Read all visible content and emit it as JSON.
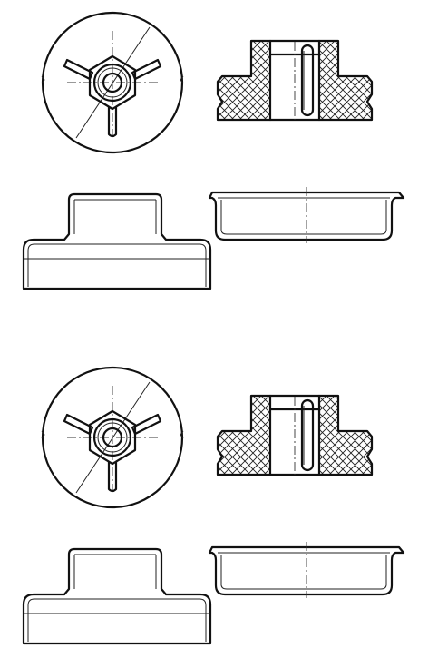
{
  "sheet": {
    "background": "#ffffff",
    "line_color": "#111111",
    "view_groups": [
      {
        "id": "upper",
        "views": [
          "top-view-circle",
          "cross-section-hatched",
          "front-view-hat",
          "section-view-cup"
        ]
      },
      {
        "id": "lower",
        "views": [
          "top-view-circle",
          "cross-section-hatched",
          "front-view-hat",
          "section-view-cup"
        ]
      }
    ]
  }
}
